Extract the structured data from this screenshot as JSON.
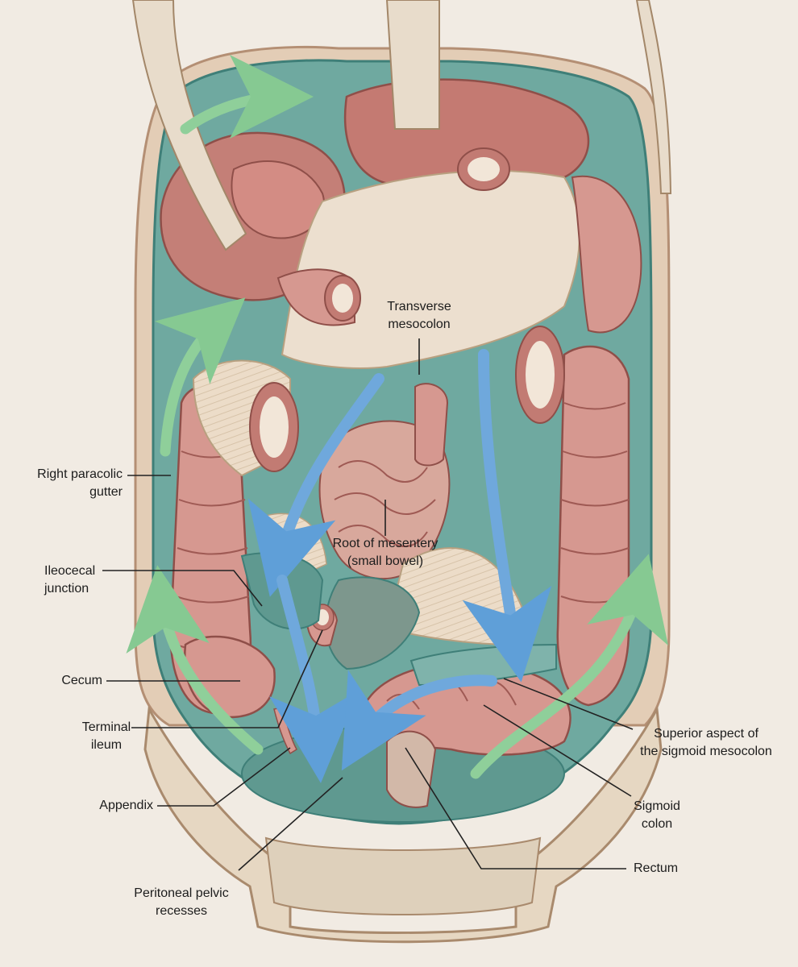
{
  "labels": {
    "transverse_mesocolon": [
      "Transverse",
      "mesocolon"
    ],
    "root_of_mesentery": [
      "Root of mesentery",
      "(small bowel)"
    ],
    "right_paracolic_gutter": [
      "Right paracolic",
      "gutter"
    ],
    "ileocecal_junction": [
      "Ileocecal",
      "junction"
    ],
    "cecum": [
      "Cecum"
    ],
    "terminal_ileum": [
      "Terminal",
      "ileum"
    ],
    "appendix": [
      "Appendix"
    ],
    "peritoneal_pelvic_recesses": [
      "Peritoneal pelvic",
      "recesses"
    ],
    "superior_sigmoid_mesocolon": [
      "Superior aspect of",
      "the sigmoid mesocolon"
    ],
    "sigmoid_colon": [
      "Sigmoid",
      "colon"
    ],
    "rectum": [
      "Rectum"
    ]
  },
  "colors": {
    "background": "#f1ebe3",
    "peritoneum": "#6fa9a0",
    "peritoneum_dark": "#3f7f78",
    "bowel": "#d79a92",
    "bowel_dark": "#b3635c",
    "mesentery": "#e9d8c4",
    "bone": "#e6d7c2",
    "arrow_blue": "#6fa8dc",
    "arrow_green": "#8fcf9a",
    "leader": "#222222"
  }
}
